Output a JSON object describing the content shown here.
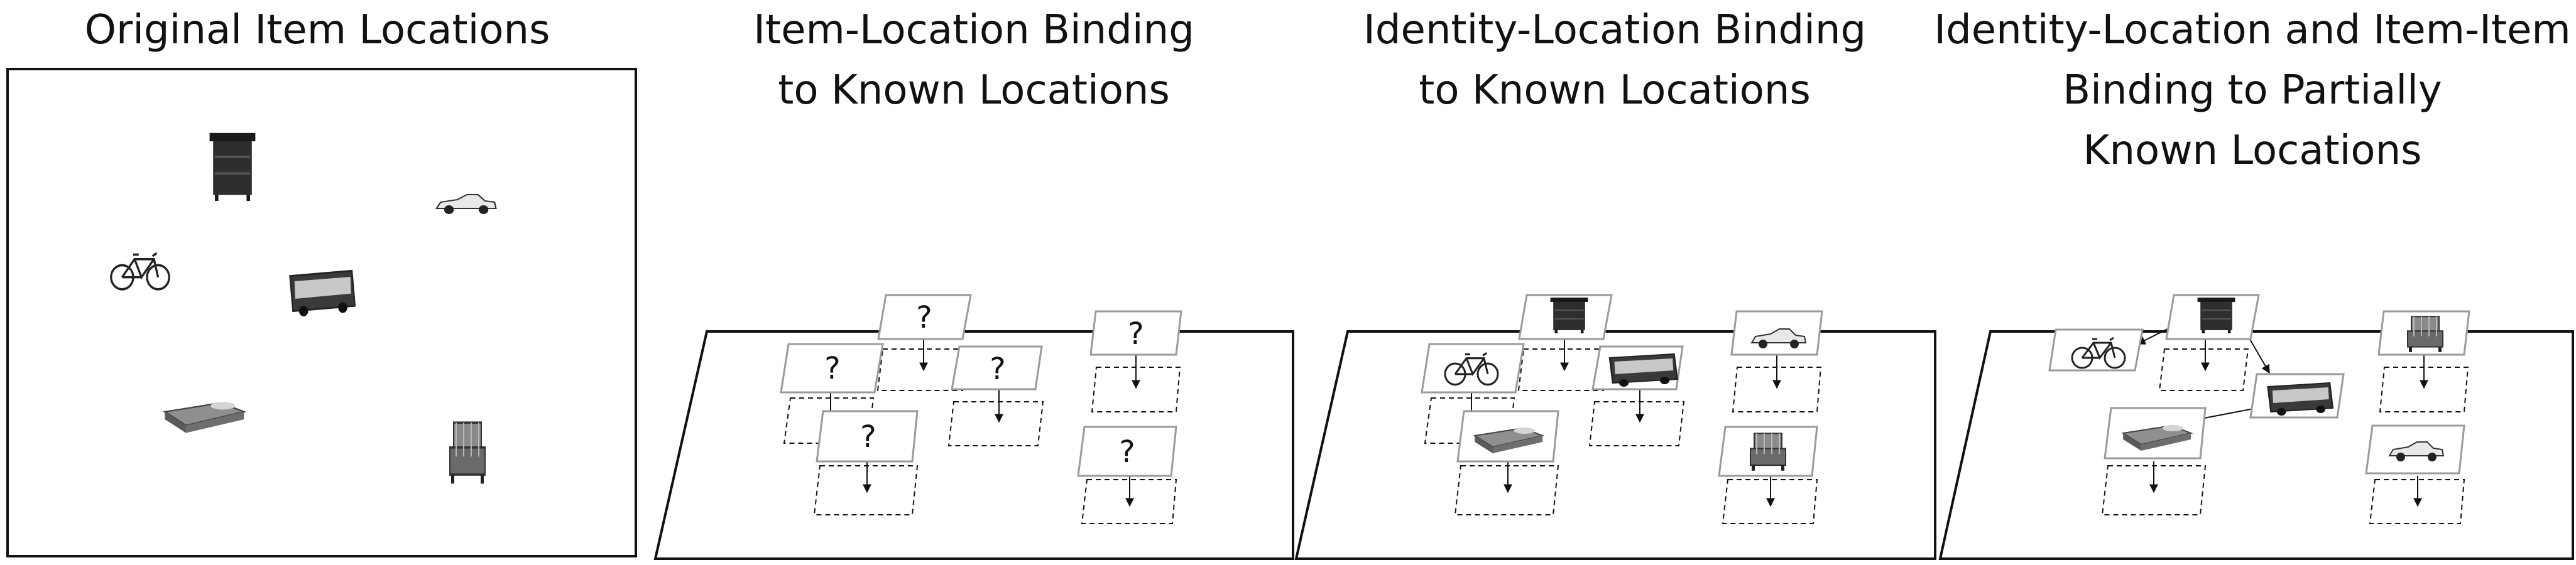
{
  "panels": [
    {
      "title_lines": [
        "Original Item Locations"
      ]
    },
    {
      "title_lines": [
        "Item-Location Binding",
        "to Known Locations"
      ]
    },
    {
      "title_lines": [
        "Identity-Location Binding",
        "to Known Locations"
      ]
    },
    {
      "title_lines": [
        "Identity-Location and Item-Item",
        "Binding to Partially",
        "Known Locations"
      ]
    }
  ],
  "unknown_marker": "?",
  "items": [
    "dresser",
    "car",
    "bicycle",
    "bus",
    "bed",
    "armchair"
  ],
  "colors": {
    "outline": "#111111",
    "card_border": "#9a9a9a",
    "dark": "#2a2a2a",
    "mid": "#777777",
    "light": "#bdbdbd"
  }
}
